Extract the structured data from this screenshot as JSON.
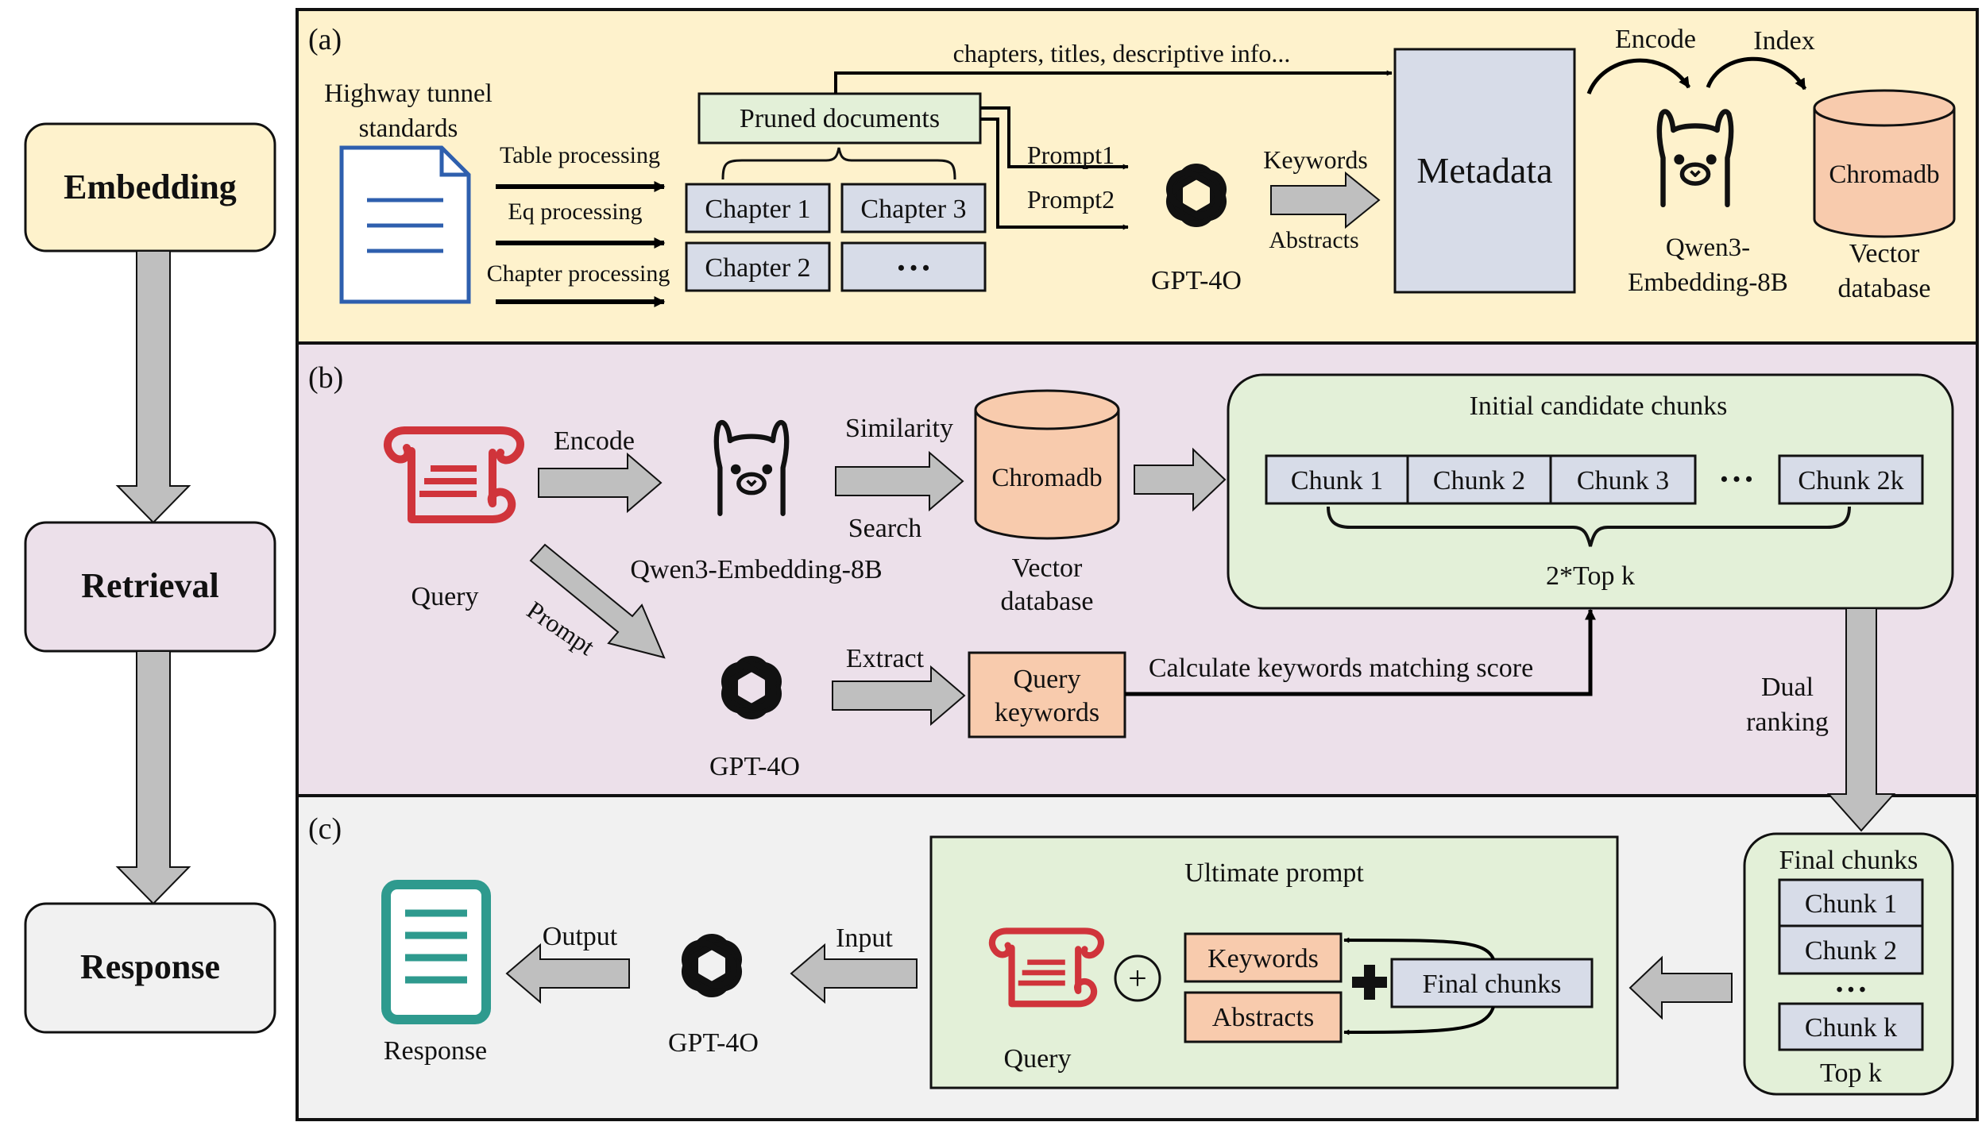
{
  "colors": {
    "embedding_bg": "#FEF2CC",
    "retrieval_bg": "#ECE0EA",
    "response_bg": "#F1F1F1",
    "green_box": "#E3F0D8",
    "blue_box": "#D7DCE8",
    "orange_box": "#F8CBAD",
    "gray_arrow": "#BFBFBF",
    "doc_blue": "#2E5FAE",
    "scroll_red": "#D0343B",
    "response_teal": "#2E9A8E"
  },
  "stages": {
    "embedding": "Embedding",
    "retrieval": "Retrieval",
    "response": "Response"
  },
  "panel_a": {
    "tag": "(a)",
    "source_line1": "Highway tunnel",
    "source_line2": "standards",
    "table_processing": "Table processing",
    "eq_processing": "Eq processing",
    "chapter_processing": "Chapter processing",
    "pruned_documents": "Pruned documents",
    "chapter1": "Chapter 1",
    "chapter2": "Chapter 2",
    "chapter3": "Chapter 3",
    "ellipsis": "• • •",
    "top_arrow_label": "chapters, titles, descriptive info...",
    "prompt1": "Prompt1",
    "prompt2": "Prompt2",
    "llm": "GPT-4O",
    "keywords": "Keywords",
    "abstracts": "Abstracts",
    "metadata": "Metadata",
    "encode": "Encode",
    "index": "Index",
    "embed_model_line1": "Qwen3-",
    "embed_model_line2": "Embedding-8B",
    "db_name": "Chromadb",
    "db_label_line1": "Vector",
    "db_label_line2": "database"
  },
  "panel_b": {
    "tag": "(b)",
    "query": "Query",
    "encode": "Encode",
    "embed_model": "Qwen3-Embedding-8B",
    "similarity": "Similarity",
    "search": "Search",
    "db_name": "Chromadb",
    "db_label_line1": "Vector",
    "db_label_line2": "database",
    "candidates_title": "Initial candidate chunks",
    "chunks": [
      "Chunk 1",
      "Chunk 2",
      "Chunk 3",
      "Chunk 2k"
    ],
    "chunk_dots": "• • •",
    "top_label": "2*Top k",
    "prompt": "Prompt",
    "llm": "GPT-4O",
    "extract": "Extract",
    "query_kw_line1": "Query",
    "query_kw_line2": "keywords",
    "matching": "Calculate keywords matching score",
    "dual_line1": "Dual",
    "dual_line2": "ranking"
  },
  "panel_c": {
    "tag": "(c)",
    "response": "Response",
    "output": "Output",
    "llm": "GPT-4O",
    "input": "Input",
    "ultimate_prompt": "Ultimate prompt",
    "query": "Query",
    "plus": "+",
    "keywords": "Keywords",
    "abstracts": "Abstracts",
    "final_chunks_box": "Final chunks",
    "final_title": "Final chunks",
    "final_items": [
      "Chunk 1",
      "Chunk 2",
      "Chunk k"
    ],
    "final_dots": "• • •",
    "top_k": "Top k"
  }
}
